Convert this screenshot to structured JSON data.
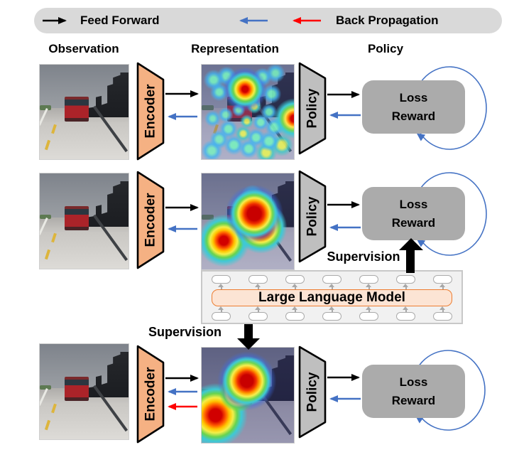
{
  "legend": {
    "feed_forward_label": "Feed Forward",
    "back_propagation_label": "Back Propagation"
  },
  "column_headers": {
    "observation": "Observation",
    "representation": "Representation",
    "policy": "Policy"
  },
  "rows": [
    {
      "encoder_label": "Encoder",
      "policy_label": "Policy",
      "loss_label": "Loss",
      "reward_label": "Reward"
    },
    {
      "encoder_label": "Encoder",
      "policy_label": "Policy",
      "loss_label": "Loss",
      "reward_label": "Reward",
      "supervision_label": "Supervision"
    },
    {
      "encoder_label": "Encoder",
      "policy_label": "Policy",
      "loss_label": "Loss",
      "reward_label": "Reward",
      "supervision_label": "Supervision"
    }
  ],
  "llm": {
    "label": "Large Language Model"
  },
  "icons": {
    "feed_forward_arrow": "black-right-arrow",
    "back_propagation_blue_arrow": "blue-left-arrow",
    "back_propagation_red_arrow": "red-left-arrow",
    "reward_loop": "blue-circular-arrow",
    "supervision_up_arrow": "thick-black-up-arrow",
    "supervision_down_arrow": "thick-black-down-arrow"
  },
  "colors": {
    "feed_forward": "#000000",
    "back_propagation_blue": "#4472C4",
    "back_propagation_red": "#FF0000",
    "encoder_fill": "#F5B183",
    "policy_fill": "#BFBFBF",
    "loss_box_fill": "#ABABAB",
    "legend_bg": "#D9D9D9",
    "llm_outer_bg": "#F1F1F1",
    "llm_core_fill": "#FCE4D4",
    "llm_core_border": "#ED7D31"
  }
}
